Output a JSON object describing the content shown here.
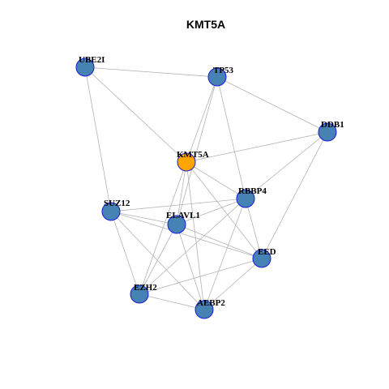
{
  "title": "KMT5A",
  "colors": {
    "hub": "#ffa500",
    "node": "#4682b4",
    "node_border": "#1a1adb",
    "edge": "#b3b3b3"
  },
  "nodes": [
    {
      "id": "UBE2I",
      "label": "UBE2I",
      "hub": false
    },
    {
      "id": "TP53",
      "label": "TP53",
      "hub": false
    },
    {
      "id": "DDB1",
      "label": "DDB1",
      "hub": false
    },
    {
      "id": "KMT5A",
      "label": "KMT5A",
      "hub": true
    },
    {
      "id": "RBBP4",
      "label": "RBBP4",
      "hub": false
    },
    {
      "id": "SUZ12",
      "label": "SUZ12",
      "hub": false
    },
    {
      "id": "ELAVL1",
      "label": "ELAVL1",
      "hub": false
    },
    {
      "id": "EED",
      "label": "EED",
      "hub": false
    },
    {
      "id": "EZH2",
      "label": "EZH2",
      "hub": false
    },
    {
      "id": "AEBP2",
      "label": "AEBP2",
      "hub": false
    }
  ],
  "edges": [
    [
      "UBE2I",
      "TP53"
    ],
    [
      "UBE2I",
      "KMT5A"
    ],
    [
      "UBE2I",
      "SUZ12"
    ],
    [
      "TP53",
      "DDB1"
    ],
    [
      "TP53",
      "KMT5A"
    ],
    [
      "TP53",
      "RBBP4"
    ],
    [
      "TP53",
      "ELAVL1"
    ],
    [
      "DDB1",
      "KMT5A"
    ],
    [
      "DDB1",
      "RBBP4"
    ],
    [
      "DDB1",
      "EED"
    ],
    [
      "KMT5A",
      "RBBP4"
    ],
    [
      "KMT5A",
      "ELAVL1"
    ],
    [
      "KMT5A",
      "EED"
    ],
    [
      "KMT5A",
      "EZH2"
    ],
    [
      "KMT5A",
      "AEBP2"
    ],
    [
      "RBBP4",
      "SUZ12"
    ],
    [
      "RBBP4",
      "ELAVL1"
    ],
    [
      "RBBP4",
      "EED"
    ],
    [
      "RBBP4",
      "EZH2"
    ],
    [
      "RBBP4",
      "AEBP2"
    ],
    [
      "SUZ12",
      "ELAVL1"
    ],
    [
      "SUZ12",
      "EED"
    ],
    [
      "SUZ12",
      "EZH2"
    ],
    [
      "SUZ12",
      "AEBP2"
    ],
    [
      "ELAVL1",
      "EED"
    ],
    [
      "ELAVL1",
      "EZH2"
    ],
    [
      "ELAVL1",
      "AEBP2"
    ],
    [
      "EED",
      "EZH2"
    ],
    [
      "EED",
      "AEBP2"
    ],
    [
      "EZH2",
      "AEBP2"
    ]
  ]
}
